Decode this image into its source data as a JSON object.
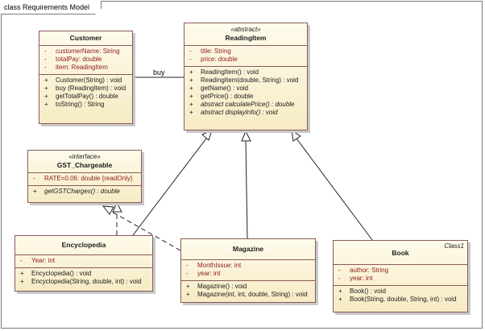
{
  "frame": {
    "title": "class Requirements Model"
  },
  "association": {
    "label": "buy"
  },
  "classes": {
    "customer": {
      "name": "Customer",
      "attributes": [
        {
          "vis": "-",
          "text": "customerName:  String"
        },
        {
          "vis": "-",
          "text": "totalPay:  double"
        },
        {
          "vis": "-",
          "text": "item:  ReadingItem"
        }
      ],
      "operations": [
        {
          "vis": "+",
          "text": "Customer(String) : void"
        },
        {
          "vis": "+",
          "text": "buy (ReadingItem) : void"
        },
        {
          "vis": "+",
          "text": "getTotalPay() : double"
        },
        {
          "vis": "+",
          "text": "toString() : String"
        }
      ]
    },
    "readingitem": {
      "stereotype": "«abstract»",
      "name": "ReadingItem",
      "attributes": [
        {
          "vis": "-",
          "text": "title:  String"
        },
        {
          "vis": "-",
          "text": "price:  double"
        }
      ],
      "operations": [
        {
          "vis": "+",
          "text": "ReadingItem() : void"
        },
        {
          "vis": "+",
          "text": "ReadingItem(double, String) : void"
        },
        {
          "vis": "+",
          "text": "getName() : void"
        },
        {
          "vis": "+",
          "text": "getPrice() : double"
        },
        {
          "vis": "+",
          "text": "abstract calculatePrice() : double"
        },
        {
          "vis": "+",
          "text": "abstract displayInfo() : void"
        }
      ]
    },
    "gst": {
      "stereotype": "«interface»",
      "name": "GST_Chargeable",
      "attributes": [
        {
          "vis": "-",
          "text": "RATE=0.06:  double {readOnly}"
        }
      ],
      "operations": [
        {
          "vis": "+",
          "text": "getGSTCharges() : double"
        }
      ]
    },
    "encyclopedia": {
      "name": "Encyclopedia",
      "attributes": [
        {
          "vis": "-",
          "text": "Year:  int"
        }
      ],
      "operations": [
        {
          "vis": "+",
          "text": "Encyclopedia() : void"
        },
        {
          "vis": "+",
          "text": "Encyclopedia(String, double, int) : void"
        }
      ]
    },
    "magazine": {
      "name": "Magazine",
      "attributes": [
        {
          "vis": "-",
          "text": "MonthIssue:  int"
        },
        {
          "vis": "-",
          "text": "year:  int"
        }
      ],
      "operations": [
        {
          "vis": "+",
          "text": "Magazine() : void"
        },
        {
          "vis": "+",
          "text": "Magazine(int, int, double, String) : void"
        }
      ]
    },
    "book": {
      "tag": "Class1",
      "name": "Book",
      "attributes": [
        {
          "vis": "-",
          "text": "author:  String"
        },
        {
          "vis": "-",
          "text": "year:  int"
        }
      ],
      "operations": [
        {
          "vis": "+",
          "text": "Book() : void"
        },
        {
          "vis": "+",
          "text": "Book(String, double, String, int) : void"
        }
      ]
    }
  }
}
